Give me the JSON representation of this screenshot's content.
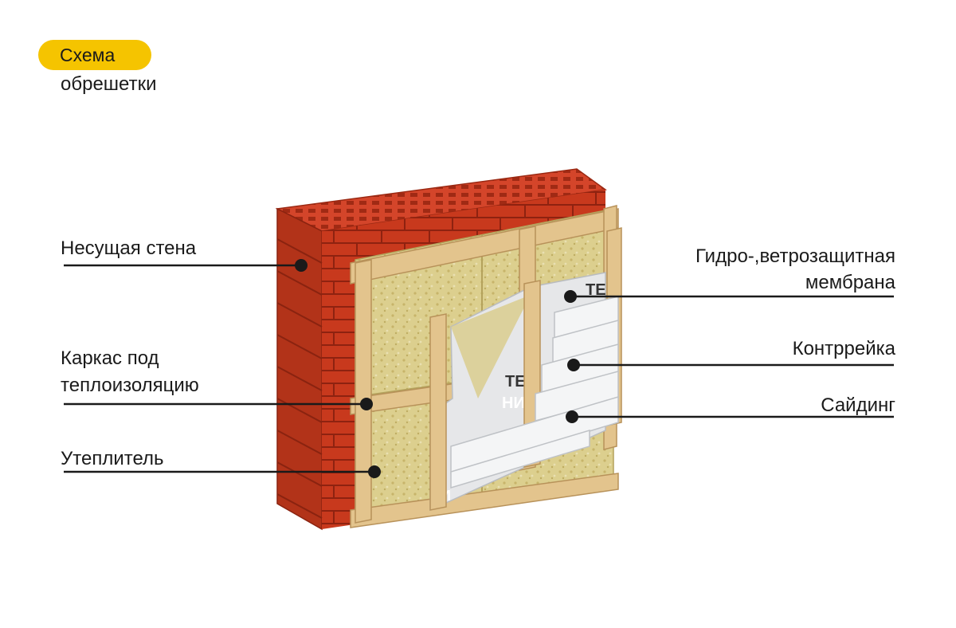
{
  "header": {
    "badge_text": "Схема",
    "subtitle": "обрешетки"
  },
  "labels": {
    "load_bearing_wall": "Несущая стена",
    "frame_line1": "Каркас под",
    "frame_line2": "теплоизоляцию",
    "insulation": "Утеплитель",
    "membrane_line1": "Гидро-,ветрозащитная",
    "membrane_line2": "мембрана",
    "counter_batten": "Контррейка",
    "siding": "Сайдинг"
  },
  "membrane_print": [
    "ТЕ",
    "ТЕ",
    "НИ",
    "Е",
    "НИ"
  ],
  "colors": {
    "accent": "#f5c400",
    "brick": "#c8391d",
    "insulation": "#d9cc8a",
    "wood": "#e3c48d",
    "membrane": "#e6e7e9",
    "siding": "#f4f5f6",
    "leader": "#1a1a1a"
  }
}
